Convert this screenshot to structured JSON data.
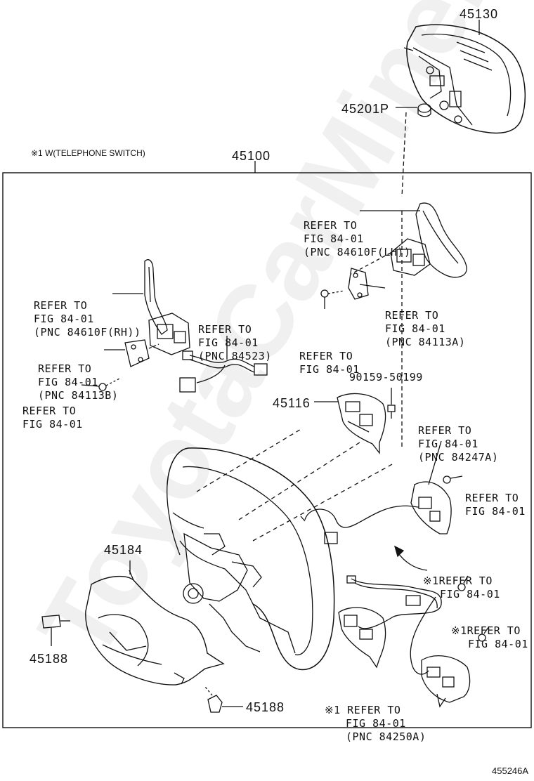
{
  "colors": {
    "line": "#111111",
    "watermark": "#eeeeee",
    "background": "#ffffff"
  },
  "watermark": "ToyotaCarMine.ru",
  "note": "※1 W(TELEPHONE SWITCH)",
  "figure_id": "455246A",
  "part_numbers": {
    "p45130": "45130",
    "p45201p": "45201P",
    "p45100": "45100",
    "p45116": "45116",
    "p90159": "90159-50199",
    "p45184": "45184",
    "p45188_left": "45188",
    "p45188_bottom": "45188"
  },
  "refs": {
    "r_lh": [
      "REFER TO",
      "FIG 84-01",
      "(PNC 84610F(LH))"
    ],
    "r_rh": [
      "REFER TO",
      "FIG 84-01",
      "(PNC 84610F(RH))"
    ],
    "r_84523": [
      "REFER TO",
      "FIG 84-01",
      "(PNC 84523)"
    ],
    "r_84113a": [
      "REFER TO",
      "FIG 84-01",
      "(PNC 84113A)"
    ],
    "r_bolt_mid": [
      "REFER TO",
      "FIG 84-01"
    ],
    "r_84113b": [
      "REFER TO",
      "FIG 84-01",
      "(PNC 84113B)"
    ],
    "r_bolt_left": [
      "REFER TO",
      "FIG 84-01"
    ],
    "r_84247a": [
      "REFER TO",
      "FIG 84-01",
      "(PNC 84247A)"
    ],
    "r_right_1": [
      "REFER TO",
      "FIG 84-01"
    ],
    "r_tel_1": [
      "※1REFER TO",
      "FIG 84-01"
    ],
    "r_tel_2": [
      "※1REFER TO",
      "FIG 84-01"
    ],
    "r_84250a": [
      "※1 REFER TO",
      "FIG 84-01",
      "(PNC 84250A)"
    ]
  }
}
